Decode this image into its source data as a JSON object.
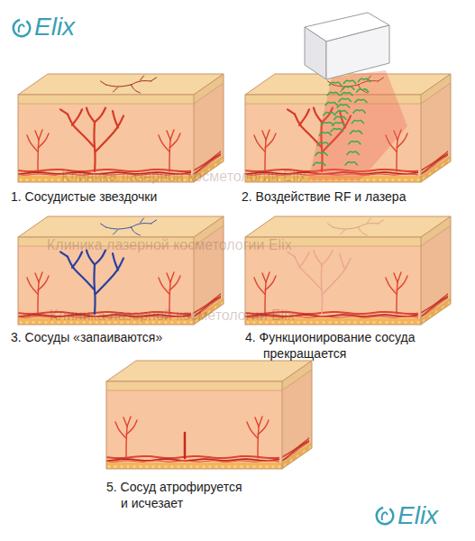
{
  "diagram": {
    "labels": [
      "Elix",
      "Клиника лазерной косметологии Elix",
      "1. Сосудистые звездочки",
      "2. Воздействие RF и лазера",
      "Клиника лазерной косметологии Elix",
      "Клиника лазерной косметологии Elix",
      "3. Сосуды «запаиваются»",
      "4. Функционирование сосуда прекращается",
      "5. Сосуд атрофируется и исчезает",
      "Elix"
    ]
  }
}
